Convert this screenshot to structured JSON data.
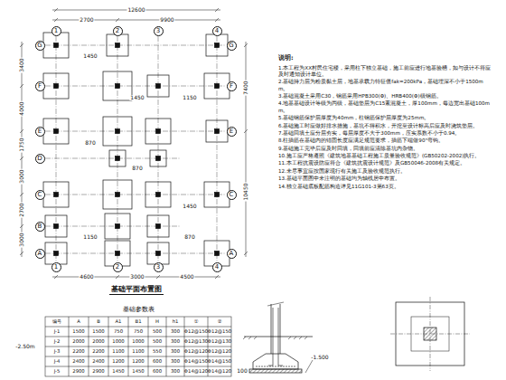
{
  "diagram": {
    "title": "基础平面布置图",
    "nodes": [
      {
        "text": [
          "1"
        ]
      },
      {
        "text": [
          "2"
        ]
      },
      {
        "text": [
          "3"
        ]
      },
      {
        "text": [
          "4"
        ]
      },
      {
        "text": [
          "G"
        ]
      },
      {
        "text": [
          "G"
        ]
      },
      {
        "text": [
          "F"
        ]
      },
      {
        "text": [
          "F"
        ]
      },
      {
        "text": [
          "E"
        ]
      },
      {
        "text": [
          "E"
        ]
      },
      {
        "text": [
          "D"
        ]
      },
      {
        "text": [
          "C"
        ]
      },
      {
        "text": [
          "C"
        ]
      },
      {
        "text": [
          "B"
        ]
      },
      {
        "text": [
          "A"
        ]
      },
      {
        "text": [
          "A"
        ]
      },
      {
        "text": [
          "1"
        ]
      },
      {
        "text": [
          "2"
        ]
      },
      {
        "text": [
          "3"
        ]
      },
      {
        "text": [
          "4"
        ]
      }
    ],
    "labels": [
      "12600",
      "2700",
      "9900",
      "4600",
      "3000",
      "4500",
      "3400",
      "4000",
      "1750",
      "3000",
      "2700",
      "3000",
      "7400",
      "10450",
      "1450",
      "1450",
      "1150",
      "870",
      "870",
      "1450",
      "1150",
      "870",
      "说明:",
      "1.本工程为XX村民住宅楼，采用柱下独立基础，施工前应进行地基验槽，如与设计不符应及时通知设计单位。",
      "2.基础持力层为粉质黏土层，地基承载力特征值fak=200kPa，基础埋深不小于1500mm。",
      "3.基础混凝土采用C30，钢筋采用HPB300(Φ)、HRB400(Φ)级钢筋。",
      "4.地基基础设计等级为丙级，基础垫层为C15素混凝土，厚100mm，每边宽出基础100mm。",
      "5.基础钢筋保护层厚度为40mm，柱钢筋保护层厚度为25mm。",
      "6.基础施工时应做好排水措施，基坑不得积水，开挖至设计标高后应及时浇筑垫层。",
      "7.基础回填土应分层夯实，每层厚度不大于300mm，压实系数不小于0.94。",
      "8.柱插筋在基础内的锚固长度应满足规范要求，插筋下端做90°弯钩。",
      "9.基础施工完毕后应及时回填，回填前应清除基坑内杂物。",
      "10.施工应严格遵照《建筑地基基础工程施工质量验收规范》(GB50202-2002)执行。",
      "11.本工程抗震设防应符合《建筑抗震设计规范》及GB50046-2008有关规定。",
      "12.未尽事宜应按国家现行有关施工及验收规范执行。",
      "13.基础平面图中未注明的基础均为轴线居中布置。",
      "14.独立基础底板配筋构造详见11G101-3第63页。",
      "基础参数表",
      "-2.50m",
      "编号",
      "A",
      "B",
      "A1",
      "B1",
      "H",
      "h1",
      "①",
      "②",
      "J-1",
      "1500",
      "1500",
      "750",
      "750",
      "500",
      "300",
      "Φ12@150",
      "Φ12@150",
      "J-2",
      "2000",
      "2000",
      "1000",
      "1000",
      "500",
      "300",
      "Φ12@130",
      "Φ12@130",
      "J-3",
      "2200",
      "2200",
      "1100",
      "1100",
      "550",
      "300",
      "Φ12@120",
      "Φ12@120",
      "J-4",
      "2400",
      "2400",
      "1200",
      "1200",
      "600",
      "300",
      "Φ14@150",
      "Φ14@150",
      "J-5",
      "2900",
      "2900",
      "1450",
      "1450",
      "600",
      "300",
      "Φ14@120",
      "Φ14@120",
      "-1.500",
      "100"
    ]
  }
}
